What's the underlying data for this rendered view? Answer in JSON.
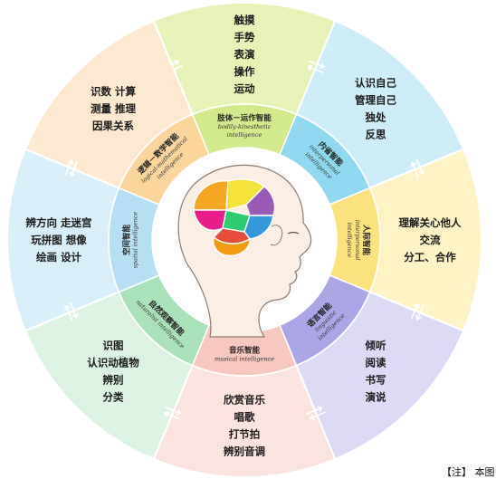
{
  "footnote": "【注】 本图",
  "segments": [
    {
      "id": "bodily-kinesthetic",
      "color": "#e6f2b6",
      "inner_color": "#d3ea8c",
      "outer_lines": [
        "触摸",
        "手势",
        "表演",
        "操作",
        "运动"
      ],
      "inner_cn": "肢体－运作智能",
      "inner_en": [
        "bodily-kinesthetic",
        "intelligence"
      ]
    },
    {
      "id": "interpersonal",
      "color": "#cdeef8",
      "inner_color": "#8fd8ef",
      "outer_lines": [
        "认识自己",
        "管理自己",
        "独处",
        "反思"
      ],
      "inner_cn": "内省智能",
      "inner_en": [
        "interpersonal",
        "intelligence"
      ]
    },
    {
      "id": "interpersonal-2",
      "color": "#fdf3c4",
      "inner_color": "#fbe27e",
      "outer_lines": [
        "理解关心他人",
        "交流",
        "分工、合作"
      ],
      "inner_cn": "人际智能",
      "inner_en": [
        "interpersonal",
        "intelligence"
      ]
    },
    {
      "id": "linguistic",
      "color": "#dcdaf5",
      "inner_color": "#aba7e6",
      "outer_lines": [
        "倾听",
        "阅读",
        "书写",
        "演说"
      ],
      "inner_cn": "语言智能",
      "inner_en": [
        "linguistic",
        "intelligence"
      ]
    },
    {
      "id": "musical",
      "color": "#fbe3df",
      "inner_color": "#f8c7bf",
      "outer_lines": [
        "欣赏音乐",
        "唱歌",
        "打节拍",
        "辨别音调"
      ],
      "inner_cn": "音乐智能",
      "inner_en": [
        "musical intelligence"
      ]
    },
    {
      "id": "naturalist",
      "color": "#dcf3e3",
      "inner_color": "#a9e2b9",
      "outer_lines": [
        "识图",
        "认识动植物",
        "辨别",
        "分类"
      ],
      "inner_cn": "自然观察智能",
      "inner_en": [
        "naturalist intelligence"
      ]
    },
    {
      "id": "spatial",
      "color": "#d8eef8",
      "inner_color": "#b5dff3",
      "outer_lines": [
        "辨方向  走迷宫",
        "玩拼图  想像",
        "绘画  设计"
      ],
      "inner_cn": "空间智能",
      "inner_en": [
        "spatial intelligence"
      ]
    },
    {
      "id": "logical-mathematical",
      "color": "#fde9cf",
      "inner_color": "#fbd59c",
      "outer_lines": [
        "识数  计算",
        "测量  推理",
        "因果关系"
      ],
      "inner_cn": "逻辑－数学智能",
      "inner_en": [
        "logical-mathematical",
        "intelligence"
      ]
    }
  ],
  "brain_lobe_colors": [
    "#f5a623",
    "#f5e33a",
    "#9b59b6",
    "#e91e8c",
    "#2ecc71",
    "#3498db",
    "#e74c3c",
    "#f39c12"
  ]
}
